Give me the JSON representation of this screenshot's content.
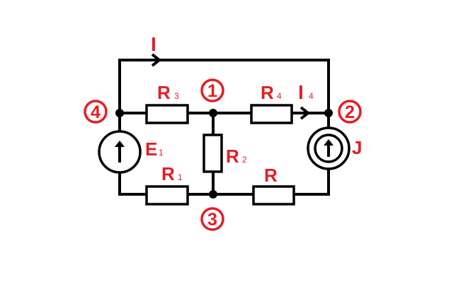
{
  "colors": {
    "label": "#e31e24",
    "wire": "#000000"
  },
  "labels": {
    "current_top": "I",
    "current_4": "I",
    "current_4_sub": "4",
    "r3": "R",
    "r3_sub": "3",
    "r4": "R",
    "r4_sub": "4",
    "r2": "R",
    "r2_sub": "2",
    "r1": "R",
    "r1_sub": "1",
    "r": "R",
    "e1": "E",
    "e1_sub": "1",
    "j": "J"
  },
  "nodes": [
    "1",
    "2",
    "3",
    "4"
  ]
}
